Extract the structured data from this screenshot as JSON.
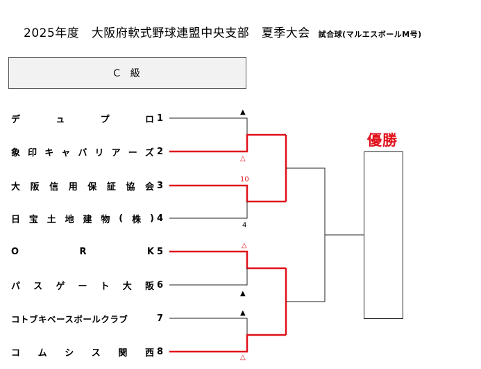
{
  "header": {
    "title": "2025年度　大阪府軟式野球連盟中央支部　夏季大会",
    "ball": "試合球(マルエスボールM号)"
  },
  "division": "Ｃ 級",
  "teams": [
    {
      "seed": "1",
      "name": "デュプロ",
      "spread": true
    },
    {
      "seed": "2",
      "name": "象印キャバリアーズ",
      "spread": true
    },
    {
      "seed": "3",
      "name": "大阪信用保証協会",
      "spread": true
    },
    {
      "seed": "4",
      "name": "日宝土地建物(株)",
      "spread": true
    },
    {
      "seed": "5",
      "name": "ORK",
      "spread": true
    },
    {
      "seed": "6",
      "name": "パスゲート大阪",
      "spread": true
    },
    {
      "seed": "7",
      "name": "コトブキベースボールクラブ",
      "spread": false
    },
    {
      "seed": "8",
      "name": "コムシス関西",
      "spread": true
    }
  ],
  "marks": {
    "t1_top": "▲",
    "t2_bottom": "△",
    "m2_score_winner": "10",
    "m2_score_loser": "4",
    "t5_top": "△",
    "t6_bottom": "▲",
    "t7_top": "▲",
    "t8_bottom": "△"
  },
  "winner_label": "優勝",
  "colors": {
    "winner_line": "#e0101a",
    "line": "#222222"
  }
}
